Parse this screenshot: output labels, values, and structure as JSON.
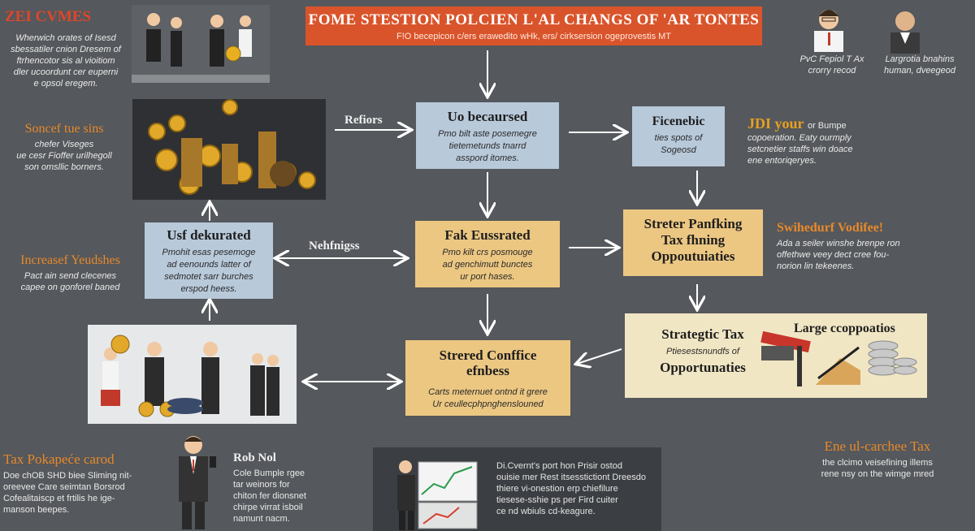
{
  "banner": {
    "title": "FOME STESTION POLCIEN L'AL CHANGS OF 'AR TONTES",
    "subtitle": "F!O becepicon c/ers erawedito wHk, ers/ cirksersion ogeprovestis MT"
  },
  "top_left": {
    "heading": "ZEI CVMES",
    "lines": [
      "Wherwich orates of Isesd",
      "sbessatiler cnion Dresem of",
      "ftrhencotor sis al vioitiom",
      "dler ucoordunt cer euperni",
      "e opsol eregem."
    ]
  },
  "left_mid": {
    "heading": "Soncef tue sins",
    "lines": [
      "chefer Viseges",
      "ue cesr Fioffer urilhegoll",
      "son omsllic borners."
    ]
  },
  "left_inc": {
    "heading": "Increasef Yeudshes",
    "lines": [
      "Pact ain send clecenes",
      "capee on gonforel baned"
    ]
  },
  "bottom_left": {
    "heading": "Tax Pokapeće carod",
    "lines": [
      "Doe chOB SHD biee Sliming nit-",
      "oreevee Care seimtan Borsrod",
      "Cofealitaiscp et frtilis he ige-",
      "manson beepes."
    ]
  },
  "top_right": {
    "person1": [
      "PvC Fepiol T Ax",
      "crorry recod"
    ],
    "person2": [
      "Largrotia bnahins",
      "human, dveegeod"
    ]
  },
  "right_jdi": {
    "heading_orange": "JDI your",
    "heading_rest": "or Bumpe",
    "lines": [
      "copoeration. Eaty ourmply",
      "setcnetier staffs win doace",
      "ene entoriqeryes."
    ]
  },
  "right_sw": {
    "heading": "Swihedurf Vodifee!",
    "lines": [
      "Ada a seiler winshe brenpe ron",
      "offethwe veey dect cree fou-",
      "norion lin tekeenes."
    ]
  },
  "bottom_right": {
    "heading": "Ene ul-carchee Tax",
    "lines": [
      "the clcimo veisefining illems",
      "rene nsy on the wimge mred"
    ]
  },
  "box_top": {
    "title": "Uo becaursed",
    "desc": [
      "Pmo bilt aste posemegre",
      "tietemetunds tnarrd",
      "asspord itomes."
    ]
  },
  "box_fic": {
    "title": "Ficenebic",
    "desc": [
      "ties spots of",
      "Sogeosd"
    ]
  },
  "box_usf": {
    "title": "Usf dekurated",
    "desc": [
      "Pmohit esas pesemoge",
      "ad eenounds latter of",
      "sedmotet sarr burches",
      "erspod heess."
    ]
  },
  "box_fak": {
    "title": "Fak Eussrated",
    "desc": [
      "Pmo kilt crs posmouge",
      "ad genchimutt bunctes",
      "ur port hases."
    ]
  },
  "box_streter": {
    "title": [
      "Streter Panfking",
      "Tax fhning",
      "Oppoutuiaties"
    ]
  },
  "box_strategic": {
    "title": "Strategtic Tax",
    "desc": "Ptiesestsnundfs of",
    "title2": "Opportunaties",
    "right": "Large ccoppoatios"
  },
  "box_stered": {
    "title": [
      "Strered Conffice",
      "efnbess"
    ],
    "desc": [
      "Carts meternuet ontnd it grere",
      "Ur ceullecphpnghenslouned"
    ]
  },
  "labels": {
    "refors": "Refiors",
    "nehfnigss": "Nehfnigss",
    "rob": "Rob Nol"
  },
  "rob_text": [
    "Cole Bumple rgee",
    "tar weinors for",
    "chiton fer dionsnet",
    "chirpe virrat isboil",
    "namunt nacm."
  ],
  "dark_text": [
    "Di.Cvernt's port hon Prisir ostod",
    "ouisie mer Rest itsesstictiont Dreesdo",
    "thiere vi-onestion erp chiefilure",
    "tiesese-sshie ps per Fird cuiter",
    "ce nd wbiuls cd-keagure."
  ],
  "colors": {
    "background": "#55585c",
    "banner": "#d9542b",
    "blue_box": "#b8c9da",
    "tan_box": "#ecc782",
    "cream_box": "#f1e6c4",
    "accent_orange": "#e8892a"
  }
}
